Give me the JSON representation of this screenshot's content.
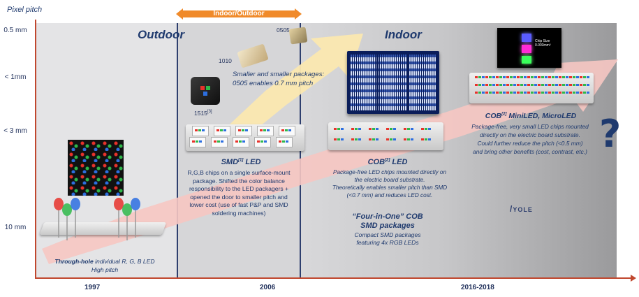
{
  "axis": {
    "y_title": "Pixel pitch",
    "y_ticks": [
      "0.5 mm",
      "< 1mm",
      "< 3 mm",
      "10 mm"
    ],
    "x_ticks": [
      "1997",
      "2006",
      "2016-2018"
    ]
  },
  "bands": {
    "outdoor": "Outdoor",
    "indoor": "Indoor",
    "indoor_outdoor": "Indoor/Outdoor"
  },
  "packages": {
    "p0505": "0505",
    "p1010": "1010",
    "p1515": "1515",
    "p1515_sup": "[3]",
    "caption_line1": "Smaller and smaller packages:",
    "caption_line2": "0505 enables 0.7 mm pitch"
  },
  "through_hole": {
    "name": "Through-hole",
    "desc": "individual R, G, B LED",
    "pitch": "High pitch"
  },
  "smd": {
    "name": "SMD",
    "sup": "[1]",
    "suffix": "LED",
    "desc": [
      "R,G,B chips on a single surface-mount",
      "package. Shifted the color balance",
      "responsibility to the LED packagers +",
      "opened the door to smaller pitch and",
      "lower cost (use of fast P&P and SMD",
      "soldering machines)"
    ]
  },
  "cob": {
    "name": "COB",
    "sup": "[2]",
    "suffix": "LED",
    "desc": [
      "Package-free LED chips mounted directly on",
      "the electric board substrate.",
      "Theoretically enables smaller pitch than SMD",
      "(<0.7 mm) and reduces LED cost."
    ]
  },
  "four_in_one": {
    "name_line1": "“Four-in-One” COB",
    "name_line2": "SMD packages",
    "desc_line1": "Compact SMD packages",
    "desc_line2": "featuring 4x RGB LEDs"
  },
  "mini_micro": {
    "name_prefix": "COB",
    "sup": "[2]",
    "name_suffix": "MiniLED, MicroLED",
    "desc": [
      "Package-free, very small LED chips mounted",
      "directly on the electric board substrate.",
      "Could further reduce the pitch (<0.5 mm)",
      "and bring other benefits (cost, contrast, etc.)"
    ],
    "chip_label_line1": "Chip Size",
    "chip_label_line2": "0.003mm²"
  },
  "future": {
    "mark": "?"
  },
  "logo": {
    "text": "YOLE"
  },
  "colors": {
    "navy": "#1f3a6e",
    "orange": "#f08a2a",
    "arrow_pink": "#f6c7c2",
    "arrow_yellow": "#fbe8b0",
    "led_red": "#e8322b",
    "led_green": "#2fb84a",
    "led_blue": "#2d6fe0"
  }
}
